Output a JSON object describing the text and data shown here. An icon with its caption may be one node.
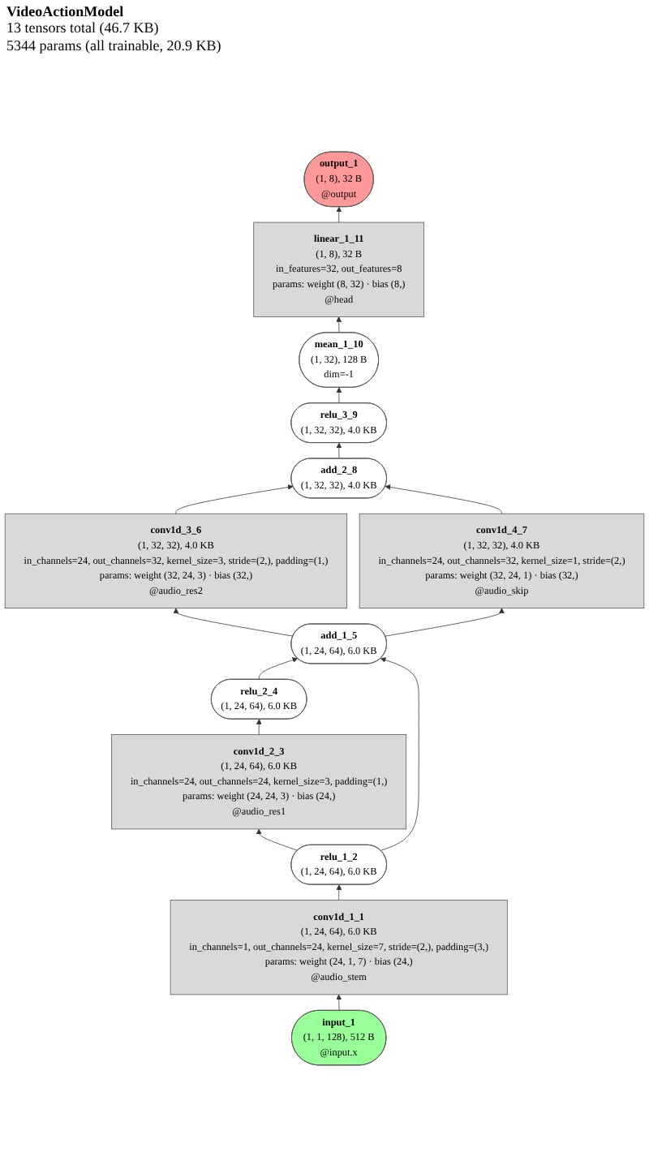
{
  "diagram": {
    "title": "VideoActionModel",
    "nodes": [
      {
        "text": [
          "output_1",
          "(1, 8), 32 B",
          "@output"
        ]
      },
      {
        "text": [
          "linear_1_11",
          "(1, 8), 32 B",
          "in_features=32, out_features=8",
          "params: weight (8, 32) · bias (8,)",
          "@head"
        ]
      },
      {
        "text": [
          "mean_1_10",
          "(1, 32), 128 B",
          "dim=-1"
        ]
      },
      {
        "text": [
          "relu_3_9",
          "(1, 32, 32), 4.0 KB"
        ]
      },
      {
        "text": [
          "add_2_8",
          "(1, 32, 32), 4.0 KB"
        ]
      },
      {
        "text": [
          "conv1d_3_6",
          "(1, 32, 32), 4.0 KB",
          "in_channels=24, out_channels=32, kernel_size=3, stride=(2,), padding=(1,)",
          "params: weight (32, 24, 3) · bias (32,)",
          "@audio_res2"
        ]
      },
      {
        "text": [
          "conv1d_4_7",
          "(1, 32, 32), 4.0 KB",
          "in_channels=24, out_channels=32, kernel_size=1, stride=(2,)",
          "params: weight (32, 24, 1) · bias (32,)",
          "@audio_skip"
        ]
      },
      {
        "text": [
          "add_1_5",
          "(1, 24, 64), 6.0 KB"
        ]
      },
      {
        "text": [
          "relu_2_4",
          "(1, 24, 64), 6.0 KB"
        ]
      },
      {
        "text": [
          "conv1d_2_3",
          "(1, 24, 64), 6.0 KB",
          "in_channels=24, out_channels=24, kernel_size=3, padding=(1,)",
          "params: weight (24, 24, 3) · bias (24,)",
          "@audio_res1"
        ]
      },
      {
        "text": [
          "relu_1_2",
          "(1, 24, 64), 6.0 KB"
        ]
      },
      {
        "text": [
          "conv1d_1_1",
          "(1, 24, 64), 6.0 KB",
          "in_channels=1, out_channels=24, kernel_size=7, stride=(2,), padding=(3,)",
          "params: weight (24, 1, 7) · bias (24,)",
          "@audio_stem"
        ]
      },
      {
        "text": [
          "input_1",
          "(1, 1, 128), 512 B",
          "@input.x"
        ]
      }
    ],
    "edges": [
      {
        "from": 12,
        "to": 11,
        "arrow": "to"
      },
      {
        "from": 11,
        "to": 10,
        "arrow": "to"
      },
      {
        "from": 10,
        "to": 9,
        "arrow": "to"
      },
      {
        "from": 9,
        "to": 8,
        "arrow": "to"
      },
      {
        "from": 8,
        "to": 7,
        "arrow": "to"
      },
      {
        "from": 10,
        "to": 7,
        "arrow": "to"
      },
      {
        "from": 7,
        "to": 5,
        "arrow": "to"
      },
      {
        "from": 7,
        "to": 6,
        "arrow": "to"
      },
      {
        "from": 5,
        "to": 4,
        "arrow": "to"
      },
      {
        "from": 6,
        "to": 4,
        "arrow": "to"
      },
      {
        "from": 4,
        "to": 3,
        "arrow": "to"
      },
      {
        "from": 3,
        "to": 2,
        "arrow": "to"
      },
      {
        "from": 2,
        "to": 1,
        "arrow": "to"
      },
      {
        "from": 1,
        "to": 0,
        "arrow": "to"
      }
    ],
    "labels": [
      "13 tensors total (46.7 KB)",
      "5344 params (all trainable, 20.9 KB)"
    ]
  }
}
